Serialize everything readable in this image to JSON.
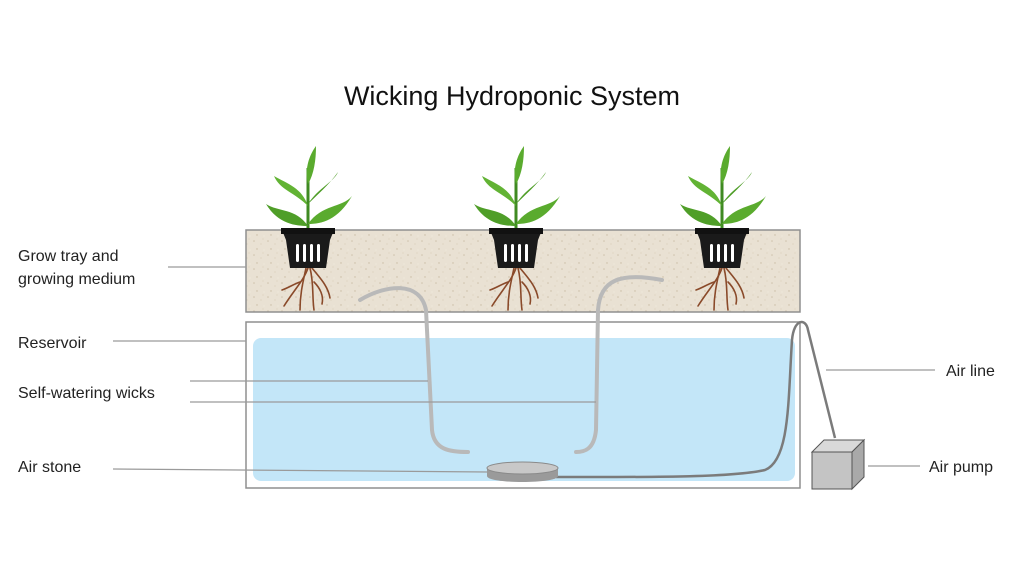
{
  "title": "Wicking Hydroponic System",
  "labels": {
    "grow_tray_line1": "Grow tray and",
    "grow_tray_line2": "growing medium",
    "reservoir": "Reservoir",
    "wicks": "Self-watering wicks",
    "air_stone": "Air stone",
    "air_line": "Air line",
    "air_pump": "Air pump"
  },
  "colors": {
    "water": "#c3e6f8",
    "medium": "#e8e0d2",
    "leaf": "#5aab2e",
    "root": "#8a4a2a",
    "pot": "#1a1a1a",
    "tube": "#b8b8b8"
  },
  "plants": [
    {
      "icon": "plant-icon"
    },
    {
      "icon": "plant-icon"
    },
    {
      "icon": "plant-icon"
    }
  ]
}
